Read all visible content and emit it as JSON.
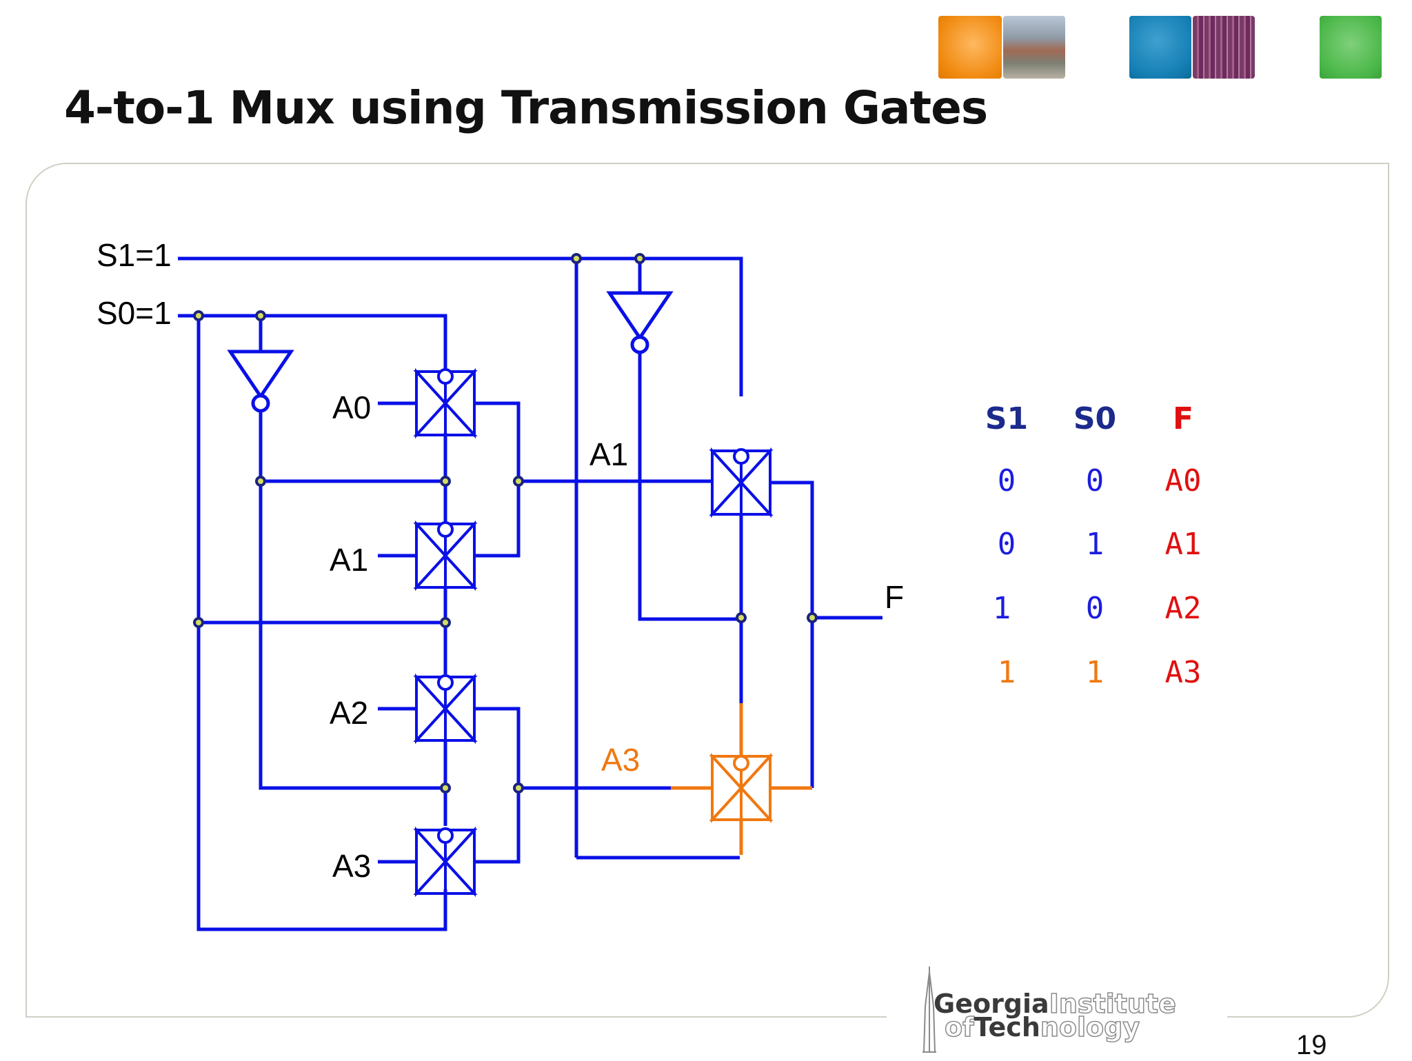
{
  "slide": {
    "title": "4-to-1 Mux using Transmission Gates",
    "page_number": "19"
  },
  "header_tiles": [
    "orange-tile",
    "campus-photo-tile",
    "blue-tile",
    "circuit-photo-tile",
    "green-tile"
  ],
  "diagram": {
    "labels": {
      "s1": "S1=1",
      "s0": "S0=1",
      "a0": "A0",
      "a1_left": "A1",
      "a2": "A2",
      "a3_left": "A3",
      "a1_right": "A1",
      "a3_right": "A3",
      "f": "F"
    },
    "colors": {
      "wire": "#0a10e6",
      "active": "#f07810",
      "node": "#1a237e",
      "node_fill": "#d6dd63"
    }
  },
  "truth_table": {
    "headers": [
      "S1",
      "S0",
      "F"
    ],
    "rows": [
      [
        "0",
        "0",
        "A0"
      ],
      [
        "0",
        "1",
        "A1"
      ],
      [
        "1",
        "0",
        "A2"
      ],
      [
        "1",
        "1",
        "A3"
      ]
    ],
    "colors": {
      "header_select": "#1c2a8c",
      "header_f": "#e01010",
      "select": "#1c1ce0",
      "output": "#e01010",
      "active_row": "#f07810"
    }
  },
  "logo": {
    "line1_bold": "Georgia",
    "line1_outline": "Institute",
    "line2_outline_a": "of",
    "line2_bold": "Tech",
    "line2_outline_b": "nology"
  }
}
